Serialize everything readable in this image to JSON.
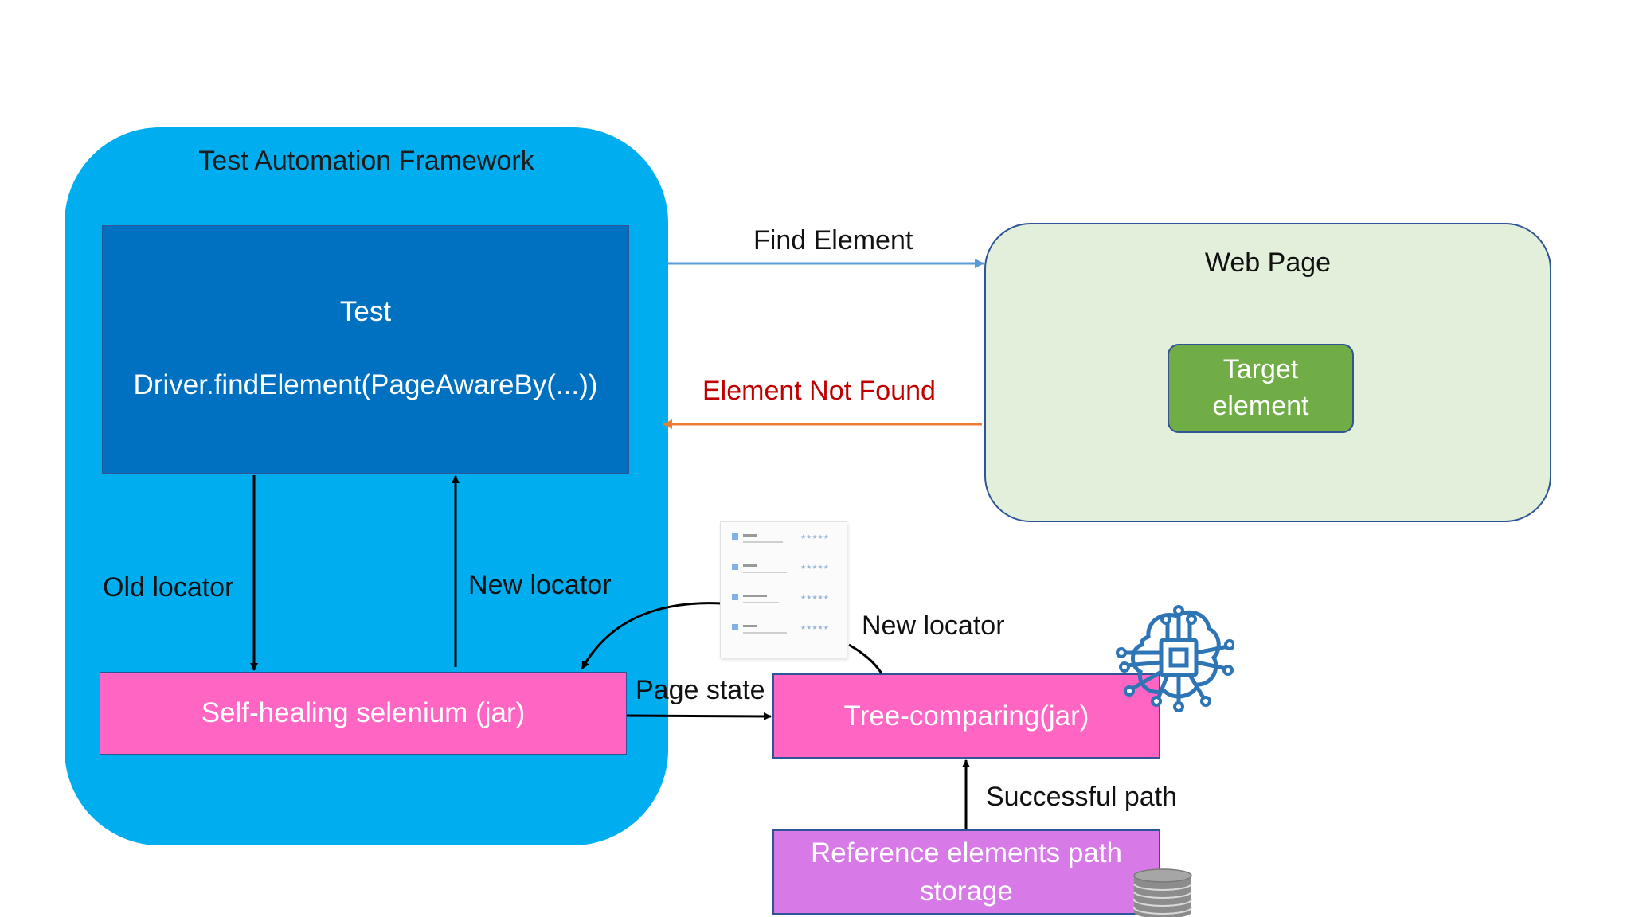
{
  "framework": {
    "title": "Test Automation Framework",
    "color": "#00adef"
  },
  "test_box": {
    "title": "Test",
    "code": "Driver.findElement(PageAwareBy(...))",
    "color": "#0070c0"
  },
  "selenium_box": {
    "label": "Self-healing selenium (jar)",
    "color": "#ff66c4"
  },
  "web_page": {
    "title": "Web Page",
    "color": "#e2efda",
    "target_label_1": "Target",
    "target_label_2": "element",
    "target_color": "#70ad47"
  },
  "tree_box": {
    "label": "Tree-comparing(jar)",
    "color": "#ff66c4"
  },
  "storage_box": {
    "label_1": "Reference elements path",
    "label_2": "storage",
    "color": "#d77ae8"
  },
  "arrows": {
    "find_element": "Find Element",
    "element_not_found": "Element Not Found",
    "old_locator": "Old locator",
    "new_locator_up": "New locator",
    "new_locator_tree": "New locator",
    "page_state": "Page state",
    "successful_path": "Successful path"
  },
  "colors": {
    "find_arrow": "#5b9bd5",
    "not_found_arrow": "#ed7d31",
    "not_found_text": "#c00000",
    "ai_icon": "#2e75b6"
  },
  "icons": {
    "document": "locator-list-document-icon",
    "ai": "ai-brain-chip-icon",
    "database": "database-icon"
  }
}
